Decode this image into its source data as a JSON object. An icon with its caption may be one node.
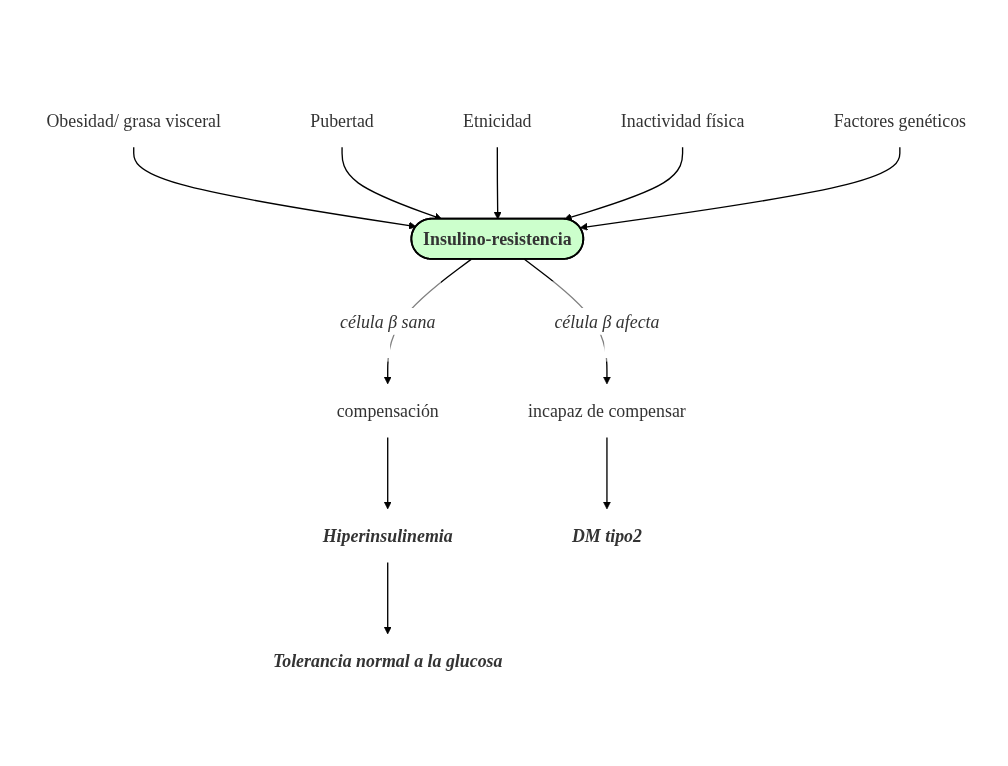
{
  "diagram": {
    "nodes": [
      {
        "text": [
          "Obesidad/ grasa visceral"
        ]
      },
      {
        "text": [
          "Pubertad"
        ]
      },
      {
        "text": [
          "Etnicidad"
        ]
      },
      {
        "text": [
          "Inactividad física"
        ]
      },
      {
        "text": [
          "Factores genéticos"
        ]
      },
      {
        "text": [
          "Insulino-resistencia"
        ]
      },
      {
        "text": [
          "compensación"
        ]
      },
      {
        "text": [
          "incapaz de compensar"
        ]
      },
      {
        "text": [
          "Hiperinsulinemia"
        ]
      },
      {
        "text": [
          "DM tipo2"
        ]
      },
      {
        "text": [
          "Tolerancia normal a la glucosa"
        ]
      }
    ],
    "edges": [
      {
        "from": 0,
        "to": 5,
        "arrow": "to"
      },
      {
        "from": 1,
        "to": 5,
        "arrow": "to"
      },
      {
        "from": 2,
        "to": 5,
        "arrow": "to"
      },
      {
        "from": 3,
        "to": 5,
        "arrow": "to"
      },
      {
        "from": 4,
        "to": 5,
        "arrow": "to"
      },
      {
        "from": 5,
        "to": 6,
        "arrow": "to",
        "label": "célula β sana"
      },
      {
        "from": 5,
        "to": 7,
        "arrow": "to",
        "label": "célula β afecta"
      },
      {
        "from": 6,
        "to": 8,
        "arrow": "to"
      },
      {
        "from": 7,
        "to": 9,
        "arrow": "to"
      },
      {
        "from": 8,
        "to": 10,
        "arrow": "to"
      }
    ]
  }
}
